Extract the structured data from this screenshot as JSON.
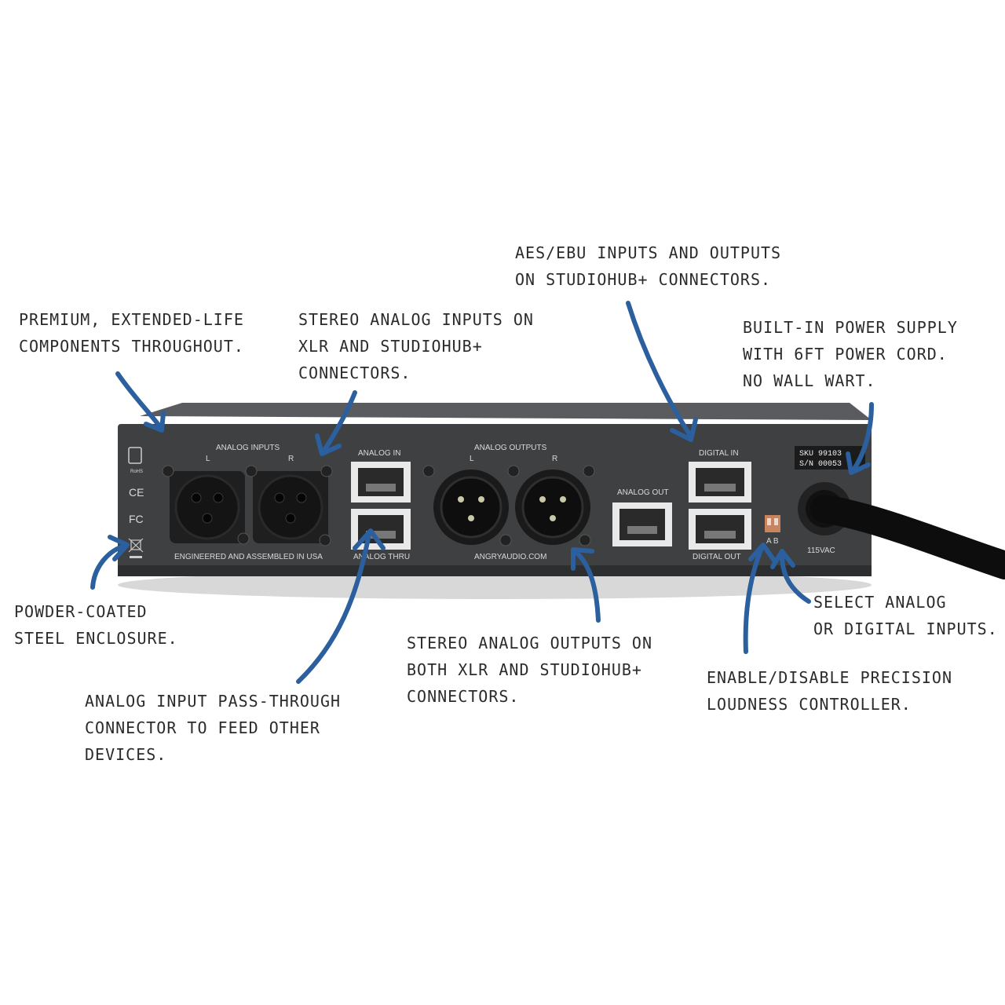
{
  "annotations": {
    "components": [
      "Premium, extended-life",
      "components throughout."
    ],
    "stereo_inputs": [
      "Stereo analog inputs on",
      "XLR and StudioHub+",
      "connectors."
    ],
    "aes": [
      "AES/EBU inputs and outputs",
      "on StudioHub+ connectors."
    ],
    "power": [
      "Built-in power supply",
      "with 6ft power cord.",
      "No wall wart."
    ],
    "enclosure": [
      "Powder-coated",
      "steel enclosure."
    ],
    "passthrough": [
      "Analog input pass-through",
      "connector to feed other",
      "devices."
    ],
    "stereo_outputs": [
      "Stereo analog outputs on",
      "both XLR and StudioHub+",
      "connectors."
    ],
    "loudness": [
      "Enable/disable precision",
      "loudness controller."
    ],
    "select": [
      "Select analog",
      "or digital inputs."
    ]
  },
  "panel": {
    "analog_inputs": "ANALOG INPUTS",
    "in_l": "L",
    "in_r": "R",
    "analog_in": "ANALOG IN",
    "analog_thru": "ANALOG THRU",
    "analog_outputs": "ANALOG OUTPUTS",
    "out_l": "L",
    "out_r": "R",
    "analog_out": "ANALOG OUT",
    "digital_in": "DIGITAL IN",
    "digital_out": "DIGITAL OUT",
    "engineered": "ENGINEERED AND ASSEMBLED IN USA",
    "website": "ANGRYAUDIO.COM",
    "switch_labels": "A B",
    "voltage": "115VAC",
    "sku": "SKU 99103",
    "sn": "S/N 00053",
    "rohs": "RoHS",
    "ce": "CE",
    "fc": "FC"
  },
  "colors": {
    "ink": "#2b5f9e",
    "chassis": "#4a4b4d",
    "panel": "#3d3e40",
    "text": "#2b2b2b"
  }
}
